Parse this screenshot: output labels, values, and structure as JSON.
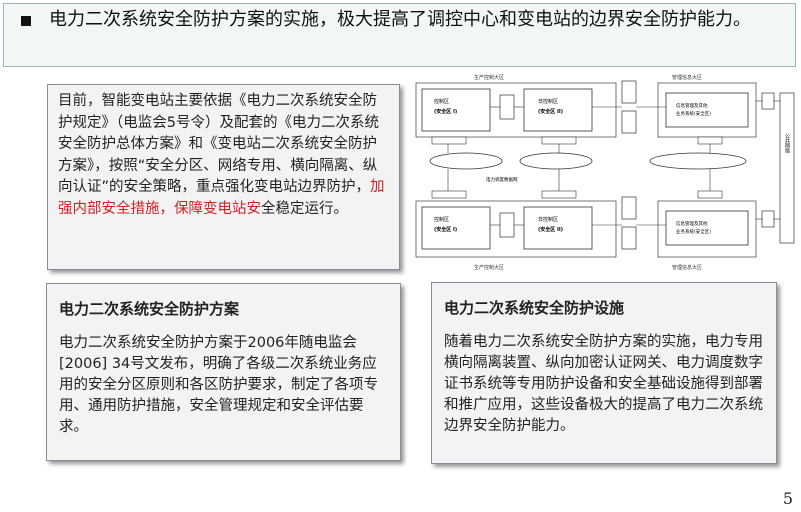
{
  "header": {
    "text": "电力二次系统安全防护方案的实施，极大提高了调控中心和变电站的边界安全防护能力。"
  },
  "intro": {
    "text_before": "目前，智能变电站主要依据《电力二次系统安全防护规定》（电监会5号令）及配套的《电力二次系统安全防护总体方案》和《变电站二次系统安全防护方案》，按照“安全分区、网络专用、横向隔离、纵向认证”的安全策略，重点强化变电站边界防护，",
    "text_red": "加强内部安全措施，保障变电站安",
    "text_after": "全稳定运行。"
  },
  "plan_card": {
    "title": "电力二次系统安全防护方案",
    "body": "电力二次系统安全防护方案于2006年随电监会[2006] 34号文发布，明确了各级二次系统业务应用的安全分区原则和各区防护要求，制定了各项专用、通用防护措施，安全管理规定和安全评估要求。"
  },
  "device_card": {
    "title": "电力二次系统安全防护设施",
    "body": "随着电力二次系统安全防护方案的实施，电力专用横向隔离装置、纵向加密认证网关、电力调度数字证书系统等专用防护设备和安全基础设施得到部署和推广应用，这些设备极大的提高了电力二次系统边界安全防护能力。"
  },
  "diagram": {
    "top_label_left": "生产控制大区",
    "top_label_right": "管理信息大区",
    "bottom_label_left": "生产控制大区",
    "bottom_label_right": "管理信息大区",
    "zone1_label": "控制区",
    "zone1_sub": "(安全区 I)",
    "zone2_label": "非控制区",
    "zone2_sub": "(安全区 II)",
    "zone3_label": "信息管理及其他",
    "zone3_sub": "业务系统(安全区)",
    "network_label": "电力调度数据网",
    "side_label": "公共网络"
  },
  "page_number": "5"
}
